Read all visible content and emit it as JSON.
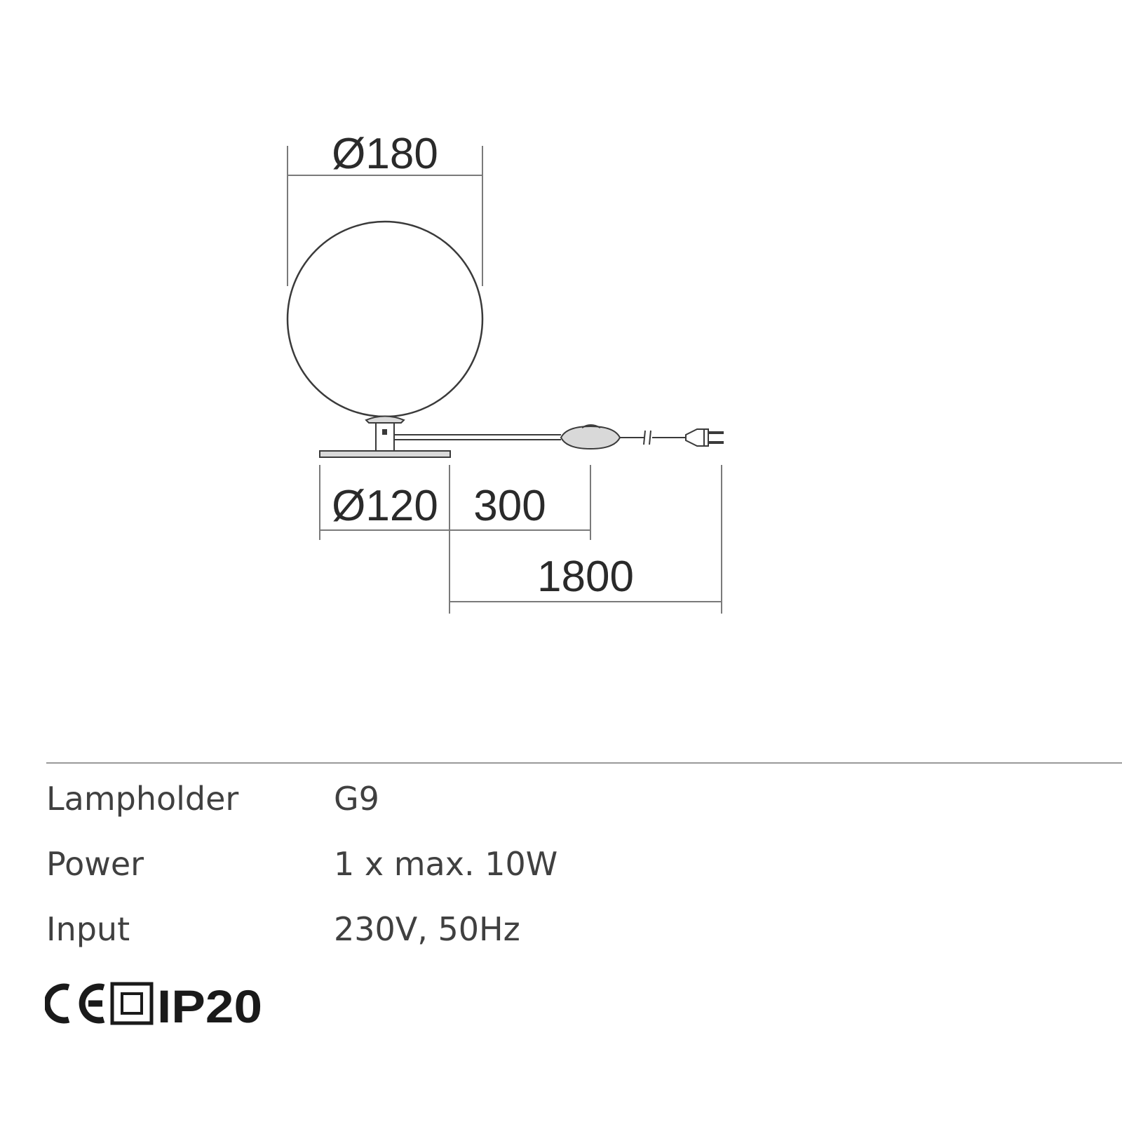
{
  "drawing": {
    "dimensions": {
      "shade_diameter": "Ø180",
      "base_diameter": "Ø120",
      "switch_distance": "300",
      "cable_length": "1800"
    }
  },
  "specs": [
    {
      "label": "Lampholder",
      "value": "G9"
    },
    {
      "label": "Power",
      "value": "1 x max. 10W"
    },
    {
      "label": "Input",
      "value": "230V, 50Hz"
    }
  ],
  "certifications": {
    "ce": "CE",
    "ip_rating": "IP20",
    "icons": [
      "ce-mark-icon",
      "class-ii-double-insulation-icon"
    ]
  }
}
